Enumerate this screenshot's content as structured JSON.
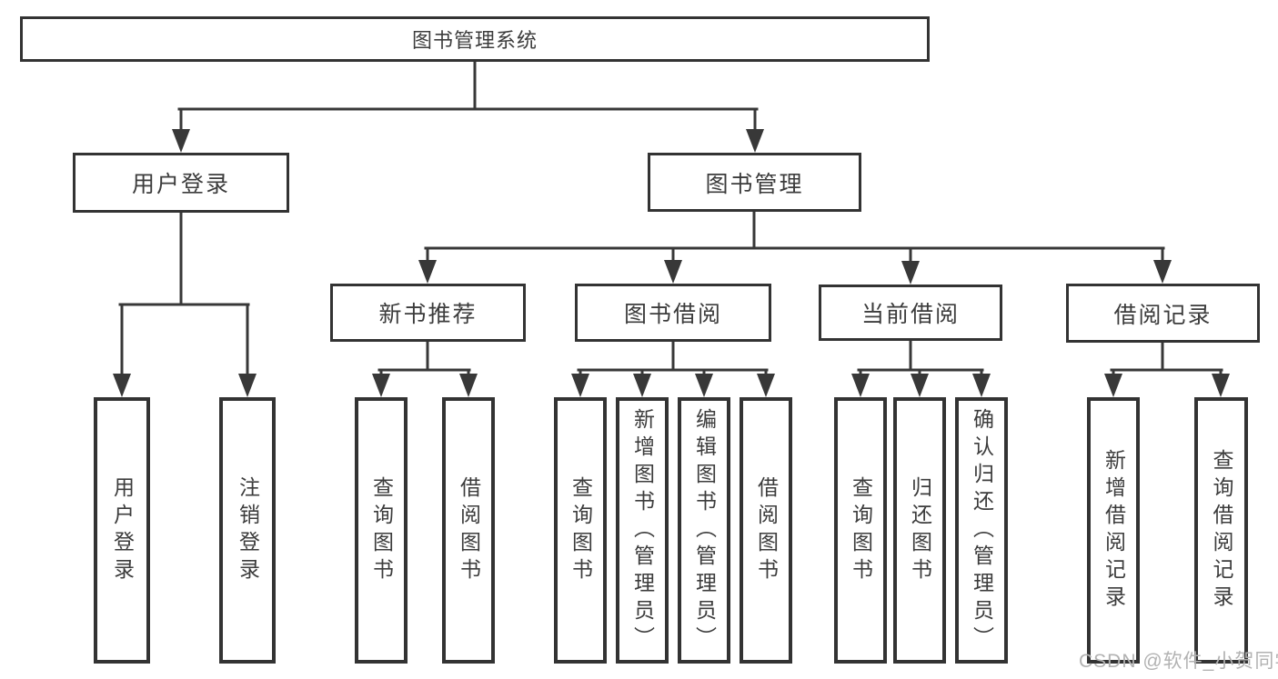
{
  "tree": {
    "root": {
      "label": "图书管理系统"
    },
    "user_login": {
      "label": "用户登录",
      "children": {
        "login": "用户登录",
        "logout": "注销登录"
      }
    },
    "book_mgmt": {
      "label": "图书管理"
    },
    "new_books": {
      "label": "新书推荐",
      "children": {
        "query": "查询图书",
        "borrow": "借阅图书"
      }
    },
    "book_borrow": {
      "label": "图书借阅",
      "children": {
        "query": "查询图书",
        "add": "新增图书（管理员）",
        "edit": "编辑图书（管理员）",
        "borrow": "借阅图书"
      }
    },
    "current_borrow": {
      "label": "当前借阅",
      "children": {
        "query": "查询图书",
        "return": "归还图书",
        "confirm": "确认归还（管理员）"
      }
    },
    "borrow_records": {
      "label": "借阅记录",
      "children": {
        "add": "新增借阅记录",
        "query": "查询借阅记录"
      }
    }
  },
  "watermark": "CSDN @软件_小贺同学",
  "colors": {
    "line": "#383838",
    "border": "#333333",
    "text": "#3c3c3c",
    "watermark": "#b2b2b2",
    "background": "#ffffff"
  }
}
